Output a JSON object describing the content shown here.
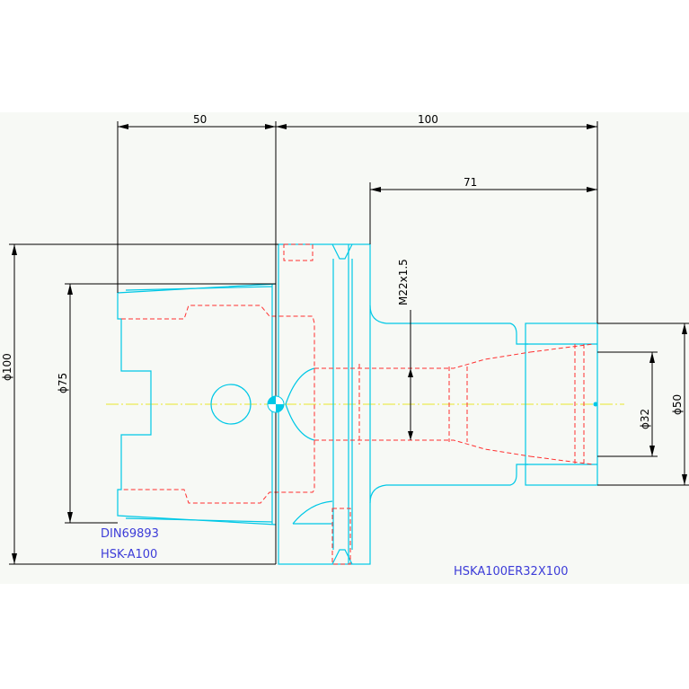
{
  "drawing": {
    "colors": {
      "outline": "#00c8e6",
      "hidden_lines": "#ff3030",
      "dimensions": "#000000",
      "centerline": "#e8e82a",
      "labels": "#3c3cd8",
      "background": "#f7f9f5"
    },
    "dimensions": {
      "length_50": "50",
      "length_100": "100",
      "length_71": "71",
      "dia_100": "ϕ100",
      "dia_75": "ϕ75",
      "thread": "M22x1.5",
      "dia_50": "ϕ50",
      "dia_32": "ϕ32"
    },
    "labels": {
      "standard": "DIN69893",
      "interface": "HSK-A100",
      "part_number": "HSKA100ER32X100"
    }
  }
}
